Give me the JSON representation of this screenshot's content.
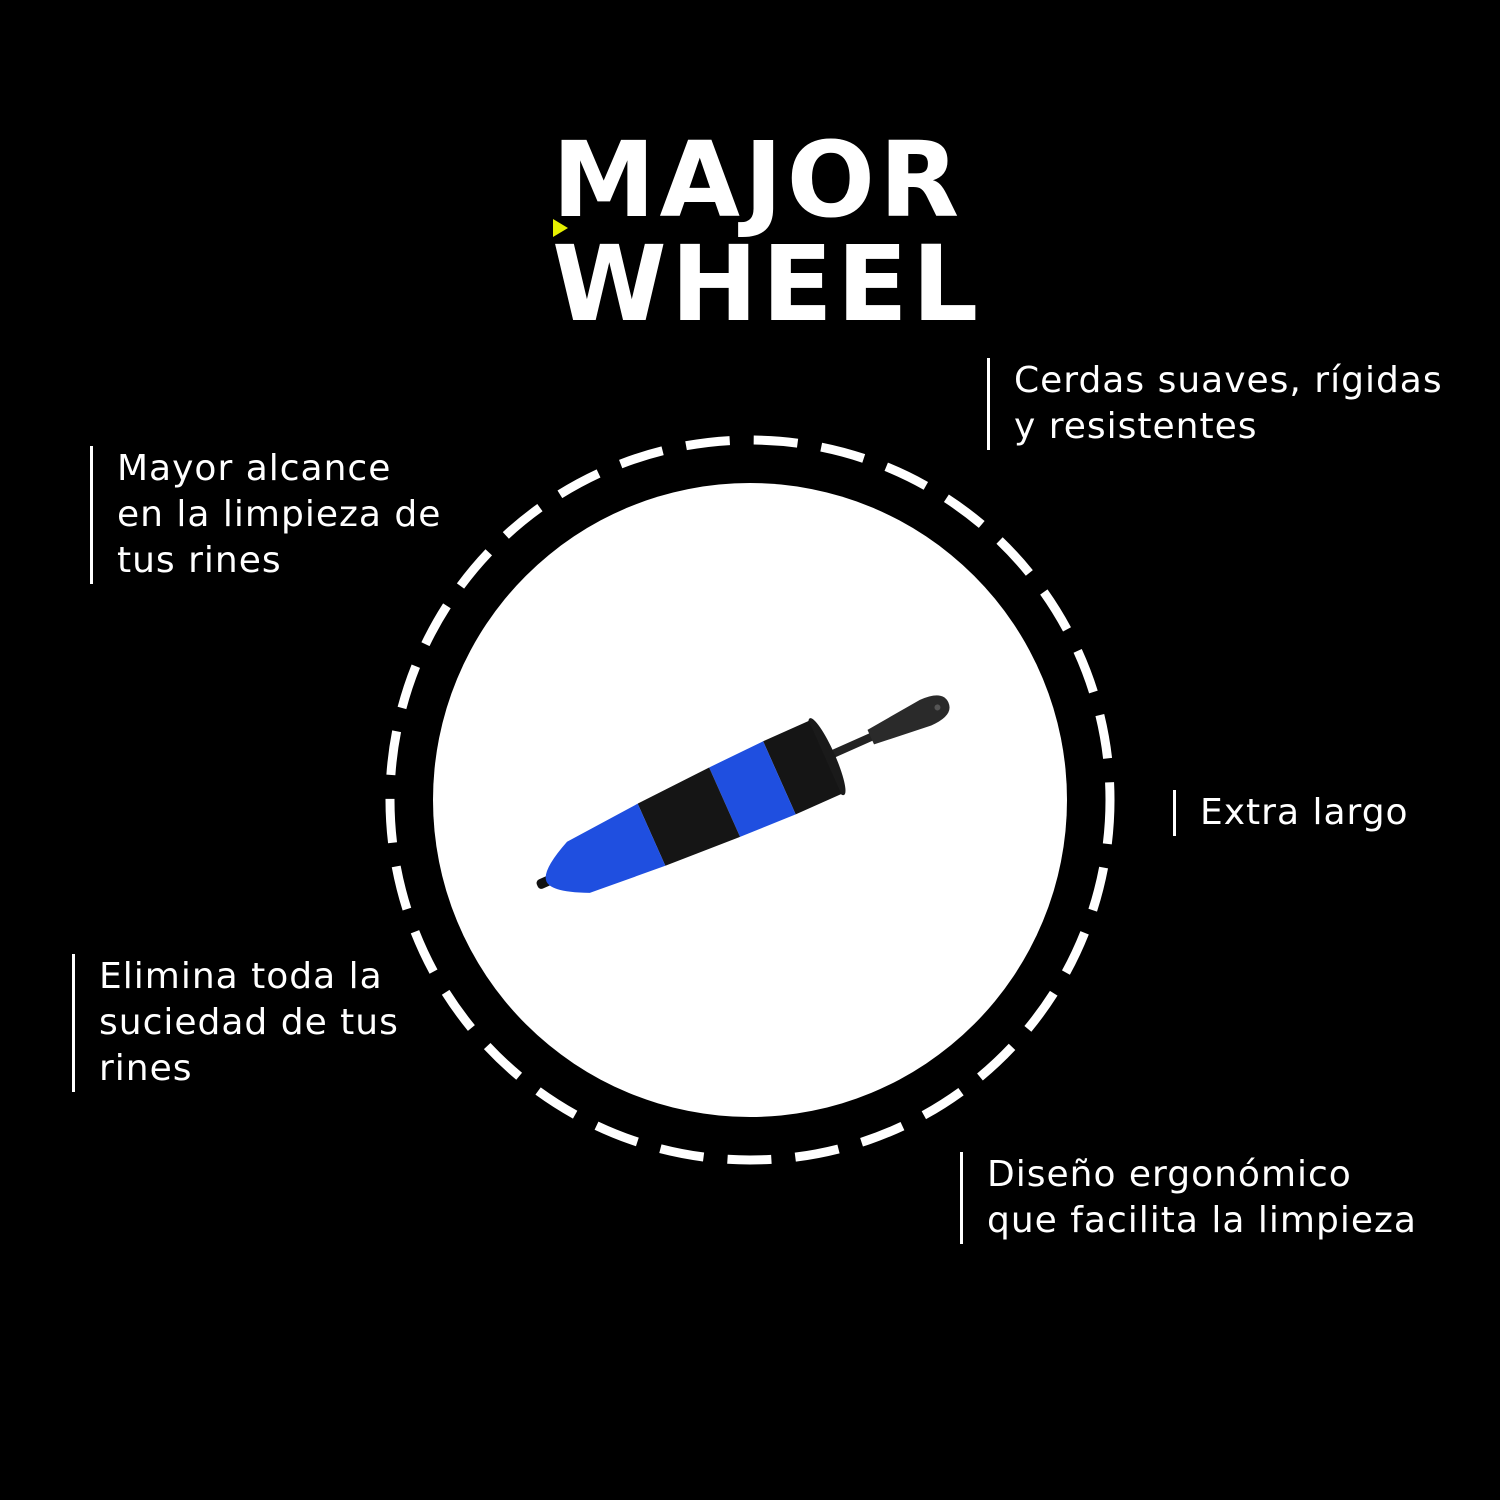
{
  "brand": {
    "line1": "MAJOR",
    "line2": "WHEEL",
    "accent_color": "#e6f000"
  },
  "features": [
    {
      "text": "Mayor alcance\nen la limpieza de\ntus rines"
    },
    {
      "text": "Cerdas suaves, rígidas\ny resistentes"
    },
    {
      "text": "Extra largo"
    },
    {
      "text": "Elimina toda la\nsuciedad de tus\nrines"
    },
    {
      "text": "Diseño ergonómico\nque facilita la limpieza"
    }
  ],
  "product": {
    "image": "wheel-brush",
    "bristle_colors": [
      "#1f4fe0",
      "#141414"
    ]
  }
}
